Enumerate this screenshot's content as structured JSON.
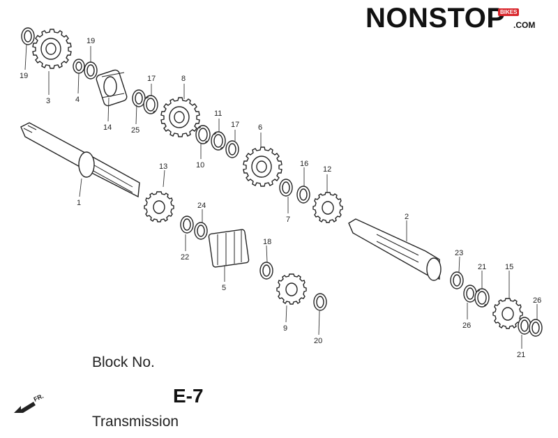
{
  "logo": {
    "main": "NONSTOP",
    "badge": "BIKES",
    "domain": ".COM"
  },
  "caption": {
    "block_label": "Block No.",
    "block_code": "E-7",
    "title": "Transmission"
  },
  "direction_mark": "FR.",
  "callouts": {
    "c1": "1",
    "c2": "2",
    "c3": "3",
    "c4": "4",
    "c5": "5",
    "c6": "6",
    "c7": "7",
    "c8": "8",
    "c9": "9",
    "c10": "10",
    "c11": "11",
    "c12": "12",
    "c13": "13",
    "c14": "14",
    "c15": "15",
    "c16": "16",
    "c17a": "17",
    "c17b": "17",
    "c18": "18",
    "c19a": "19",
    "c19b": "19",
    "c20": "20",
    "c21a": "21",
    "c21b": "21",
    "c22": "22",
    "c23": "23",
    "c24": "24",
    "c25": "25",
    "c26a": "26",
    "c26b": "26"
  },
  "colors": {
    "ink": "#222222",
    "logo_accent": "#d9252b"
  }
}
